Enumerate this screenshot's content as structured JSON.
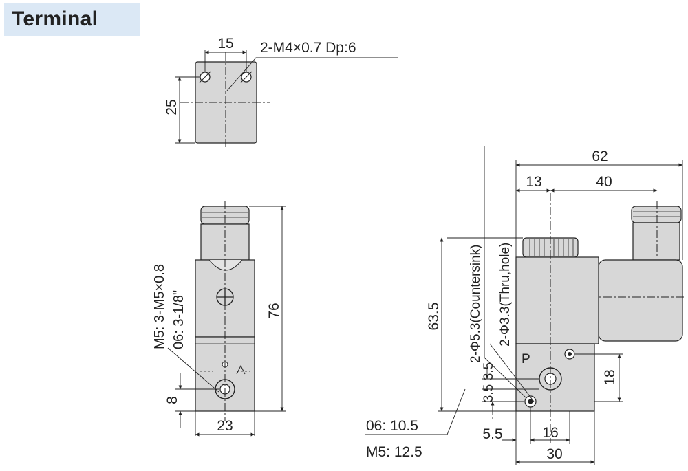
{
  "title": "Terminal",
  "top_view": {
    "width_dim": "15",
    "thread_note": "2-M4×0.7 Dp:6",
    "height_dim": "25"
  },
  "front_view": {
    "port_note_m5": "M5: 3-M5×0.8",
    "port_note_06": "06: 3-1/8\"",
    "height_dim": "76",
    "port_offset_dim": "8",
    "width_dim": "23"
  },
  "side_view": {
    "overall_width": "62",
    "offset_13": "13",
    "offset_40": "40",
    "countersink_note": "2-Φ5.3(Countersink)",
    "thru_hole_note": "2-Φ3.3(Thru,hole)",
    "height_dim": "63.5",
    "port_label": "P",
    "dim_18": "18",
    "dim_3_5_upper": "3.5",
    "dim_3_5_lower": "3.5",
    "dim_06": "06: 10.5",
    "dim_m5": "M5: 12.5",
    "dim_5_5": "5.5",
    "dim_16": "16",
    "dim_30": "30"
  },
  "colors": {
    "body_fill": "#d7d7d7",
    "line": "#222222",
    "title_bg": "#dbe8f5"
  }
}
